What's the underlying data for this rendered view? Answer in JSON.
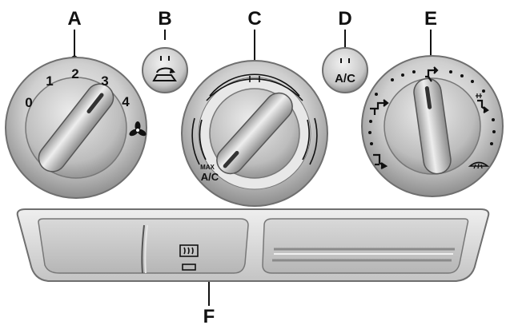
{
  "callouts": {
    "a": "A",
    "b": "B",
    "c": "C",
    "d": "D",
    "e": "E",
    "f": "F"
  },
  "fan_knob": {
    "scale": [
      "0",
      "1",
      "2",
      "3",
      "4"
    ],
    "icon": "fan-icon"
  },
  "recirc_button": {
    "icon": "recirculation-icon"
  },
  "temp_knob": {
    "max_label": "MAX",
    "ac_label": "A/C"
  },
  "ac_button": {
    "label": "A/C",
    "icon": "indicator-lamp-icon"
  },
  "mode_knob": {
    "icons": [
      "panel-vent-icon",
      "bi-level-icon",
      "floor-vent-icon",
      "floor-defrost-icon",
      "defrost-icon"
    ]
  },
  "rear_defrost_button": {
    "icon": "rear-defrost-icon",
    "indicator": "indicator-light"
  }
}
